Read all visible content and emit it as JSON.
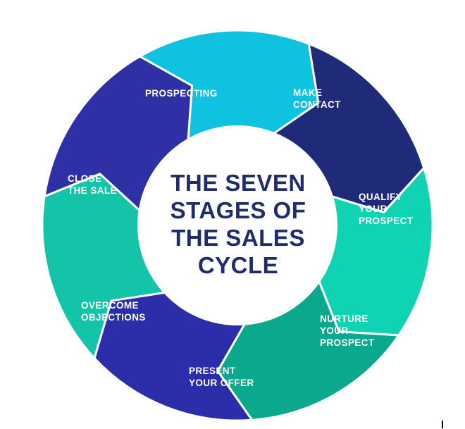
{
  "title": "THE SEVEN\nSTAGES OF\nTHE SALES\nCYCLE",
  "colors": {
    "title": "#1f2d6e",
    "background": "#ffffff",
    "label": "#ffffff"
  },
  "stages": [
    {
      "label": "PROSPECTING",
      "color": "#0fc2df"
    },
    {
      "label": "MAKE\nCONTACT",
      "color": "#1f2a78"
    },
    {
      "label": "QUALIFY\nYOUR\nPROSPECT",
      "color": "#0fd3b3"
    },
    {
      "label": "NURTURE\nYOUR\nPROSPECT",
      "color": "#0aa88c"
    },
    {
      "label": "PRESENT\nYOUR OFFER",
      "color": "#2b2ea8"
    },
    {
      "label": "OVERCOME\nOBJECTIONS",
      "color": "#14c4a8"
    },
    {
      "label": "CLOSE\nTHE SALE",
      "color": "#2f2fa6"
    }
  ]
}
